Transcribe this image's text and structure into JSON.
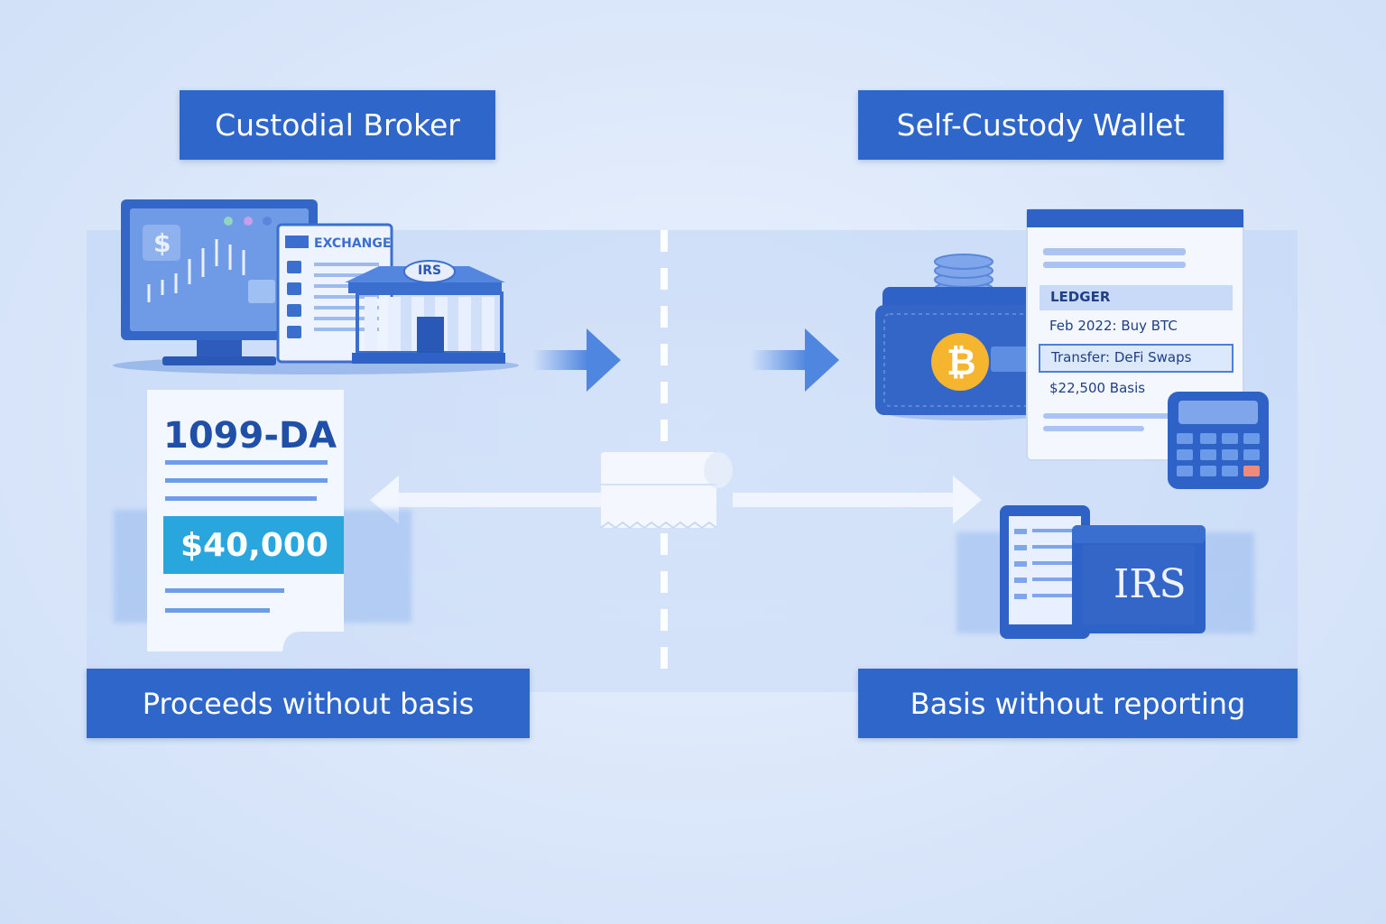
{
  "left": {
    "header": "Custodial Broker",
    "footer": "Proceeds without basis",
    "form": {
      "title": "1099-DA",
      "amount": "$40,000"
    },
    "exchange_label": "EXCHANGE",
    "building_label": "IRS",
    "monitor_symbol": "$"
  },
  "right": {
    "header": "Self-Custody Wallet",
    "footer": "Basis without reporting",
    "ledger": {
      "title": "LEDGER",
      "rows": [
        "Feb 2022: Buy BTC",
        "Transfer: DeFi Swaps",
        "$22,500 Basis"
      ]
    },
    "irs_folder_label": "IRS",
    "coin_symbol": "₿"
  },
  "colors": {
    "accent": "#2f66c9",
    "background": "#dbe7fa",
    "highlight": "#2aa6df",
    "coin": "#f5b52e"
  }
}
